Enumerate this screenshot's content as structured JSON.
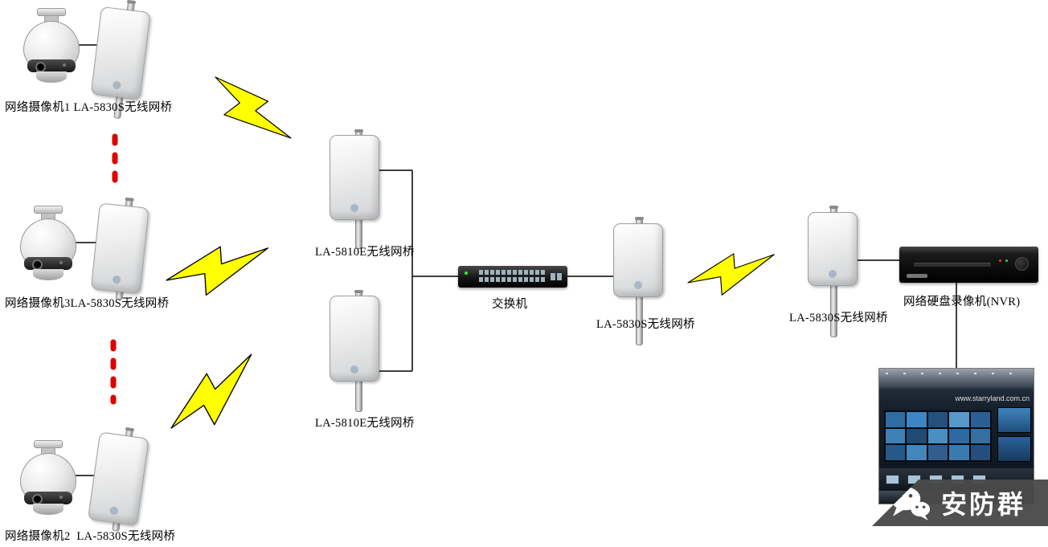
{
  "diagram": {
    "cameras": [
      {
        "label": "网络摄像机1 LA-5830S无线网桥"
      },
      {
        "label": "网络摄像机3LA-5830S无线网桥"
      },
      {
        "label": "网络摄像机2  LA-5830S无线网桥"
      }
    ],
    "bridges": {
      "central_top": "LA-5810E无线网桥",
      "central_bottom": "LA-5810E无线网桥",
      "relay": "LA-5830S无线网桥",
      "receiver": "LA-5830S无线网桥"
    },
    "switch_label": "交换机",
    "nvr_label": "网络硬盘录像机(NVR)",
    "room": {
      "watermark": "www.starryland.com.cn"
    },
    "badge": {
      "text": "安防群"
    },
    "colors": {
      "lightning_fill": "#ffff00",
      "lightning_stroke": "#000000",
      "dashed_link": "#dd0000",
      "connection_line": "#000000",
      "badge_background": "#4a4a4a"
    }
  }
}
